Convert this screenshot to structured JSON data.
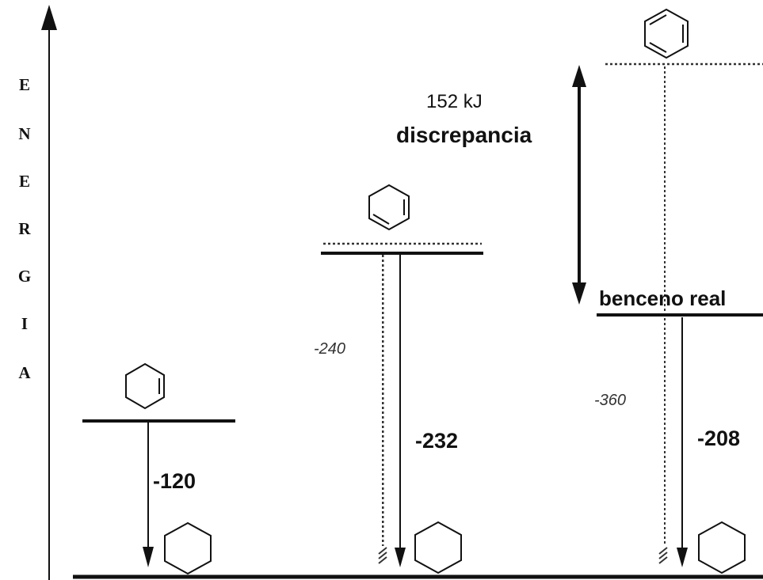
{
  "axis": {
    "letters": [
      "E",
      "N",
      "E",
      "R",
      "G",
      "I",
      "A"
    ]
  },
  "columns": [
    {
      "molecule_icon": "cyclohexene-icon",
      "actual_value": "-120"
    },
    {
      "molecule_icon": "cyclohexadiene-icon",
      "theoretical_value": "-240",
      "actual_value": "-232"
    },
    {
      "molecule_icon": "cyclohexatriene-icon",
      "theoretical_value": "-360",
      "actual_value": "-208",
      "real_label": "benceno real",
      "discrepancy_energy": "152 kJ",
      "discrepancy_label": "discrepancia"
    }
  ],
  "product_icon": "cyclohexane-icon",
  "colors": {
    "line": "#111111",
    "dotted": "#333333",
    "background": "#ffffff"
  }
}
